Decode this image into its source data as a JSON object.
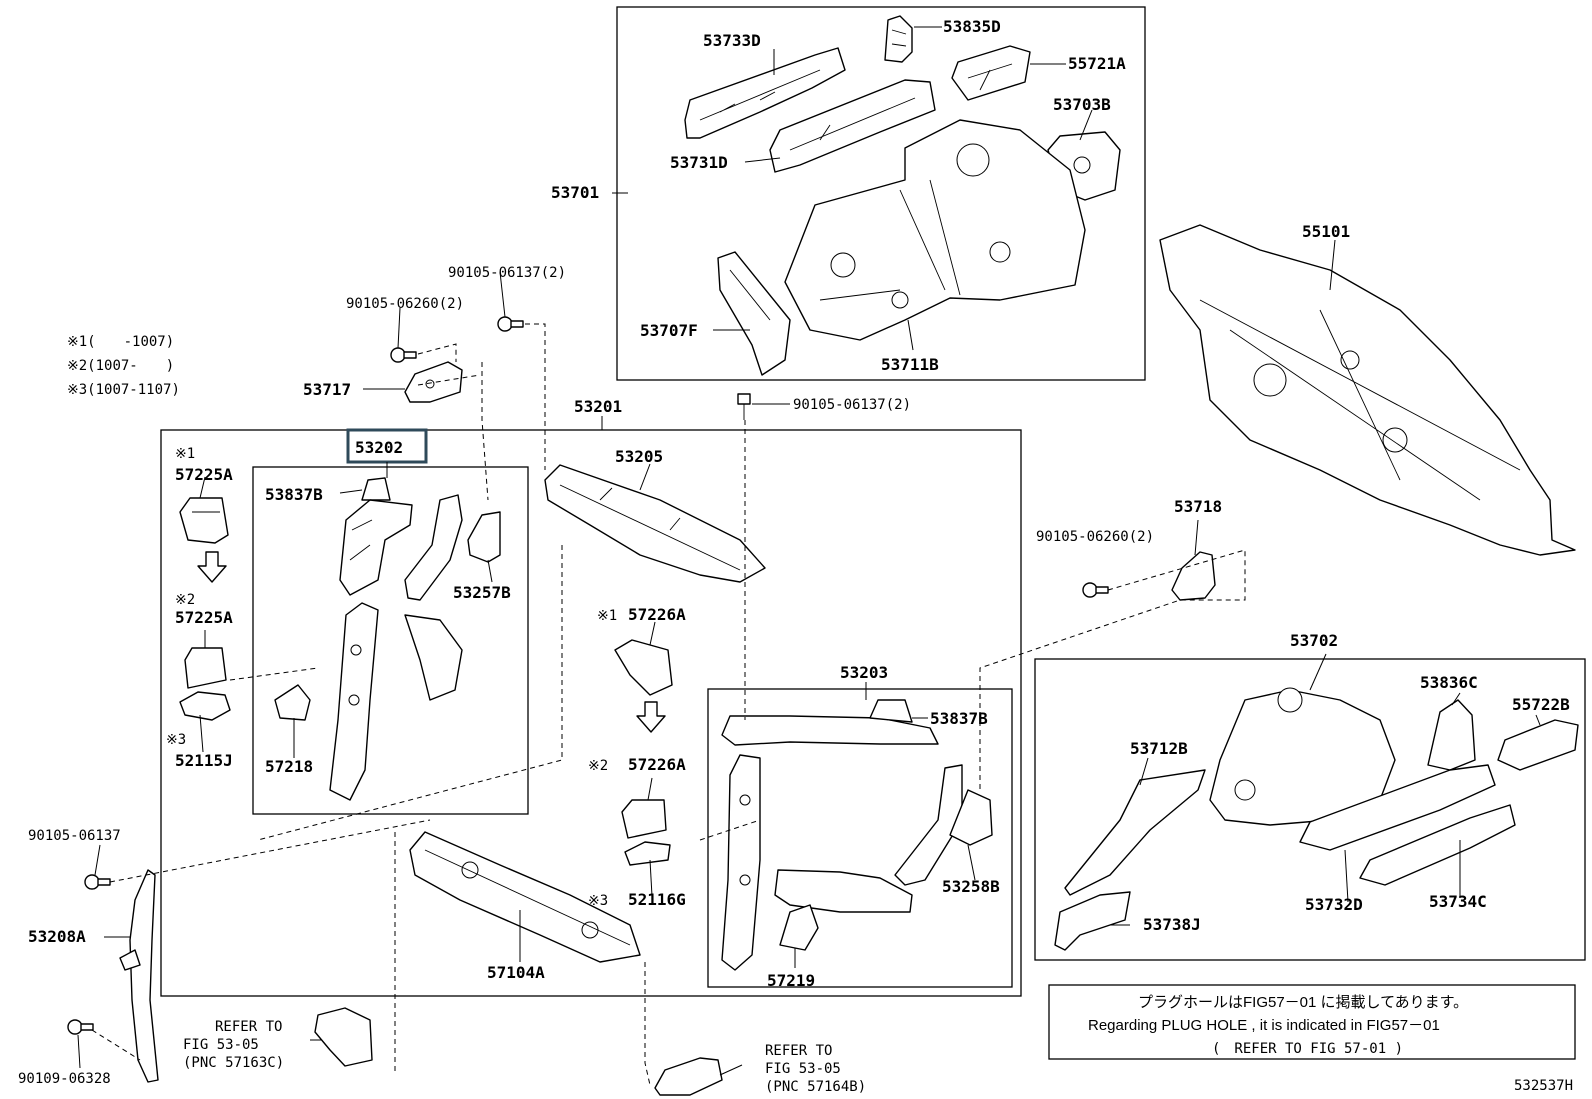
{
  "labels": {
    "p53733D": "53733D",
    "p53835D": "53835D",
    "p55721A": "55721A",
    "p53703B": "53703B",
    "p53731D": "53731D",
    "p53701": "53701",
    "p53707F": "53707F",
    "p53711B": "53711B",
    "p55101": "55101",
    "b90105_06137_2a": "90105-06137(2)",
    "b90105_06260_2a": "90105-06260(2)",
    "p53717": "53717",
    "p53201": "53201",
    "b90105_06137_2b": "90105-06137(2)",
    "p53202": "53202",
    "p53205": "53205",
    "p57225A_1": "57225A",
    "p53837B_1": "53837B",
    "p53257B": "53257B",
    "p57225A_2": "57225A",
    "p52115J": "52115J",
    "p57218": "57218",
    "p57226A_1": "57226A",
    "p57226A_2": "57226A",
    "p52116G": "52116G",
    "p53203": "53203",
    "p53837B_2": "53837B",
    "p53258B": "53258B",
    "p57219": "57219",
    "p57104A": "57104A",
    "p53718": "53718",
    "b90105_06260_2b": "90105-06260(2)",
    "p53702": "53702",
    "p53836C": "53836C",
    "p55722B": "55722B",
    "p53712B": "53712B",
    "p53732D": "53732D",
    "p53734C": "53734C",
    "p53738J": "53738J",
    "b90105_06137": "90105-06137",
    "p53208A": "53208A",
    "b90109_06328": "90109-06328"
  },
  "markers": {
    "m1": "※1",
    "m2": "※2",
    "m3": "※3"
  },
  "legend": {
    "l1": "※1(　　-1007)",
    "l2": "※2(1007-　　)",
    "l3": "※3(1007-1107)"
  },
  "refers": {
    "left": [
      "REFER TO",
      "FIG 53-05",
      "(PNC 57163C)"
    ],
    "right": [
      "REFER TO",
      "FIG 53-05",
      "(PNC 57164B)"
    ]
  },
  "note": {
    "jp": "プラグホールはFIG57－01 に掲載してあります。",
    "en": "Regarding PLUG HOLE , it is indicated in FIG57－01",
    "refer": "(　REFER TO FIG 57-01 )"
  },
  "diagram_id": "532537H"
}
